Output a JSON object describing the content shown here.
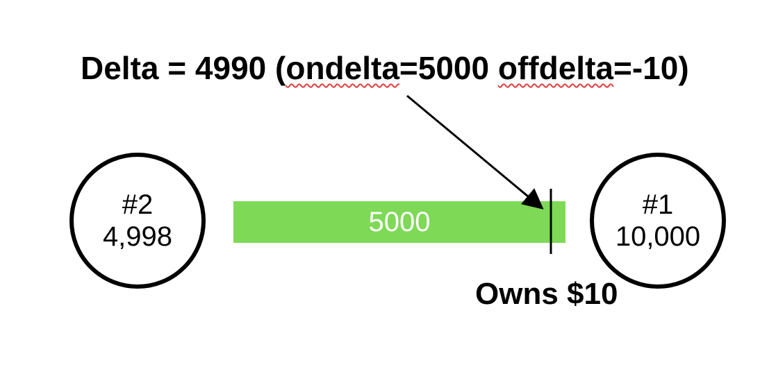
{
  "title": {
    "prefix": "Delta = 4990 (",
    "ondelta_key": "ondelta",
    "ondelta_value": "=5000 ",
    "offdelta_key": "offdelta",
    "offdelta_value": "=-10)"
  },
  "nodes": [
    {
      "id": "#2",
      "balance": "4,998"
    },
    {
      "id": "#1",
      "balance": "10,000"
    }
  ],
  "channel": {
    "value": "5000",
    "color": "#7ed957"
  },
  "owns_label": "Owns $10",
  "colors": {
    "stroke": "#000000",
    "spellcheck_underline": "#e23d3d",
    "channel_text": "#ffffff"
  }
}
